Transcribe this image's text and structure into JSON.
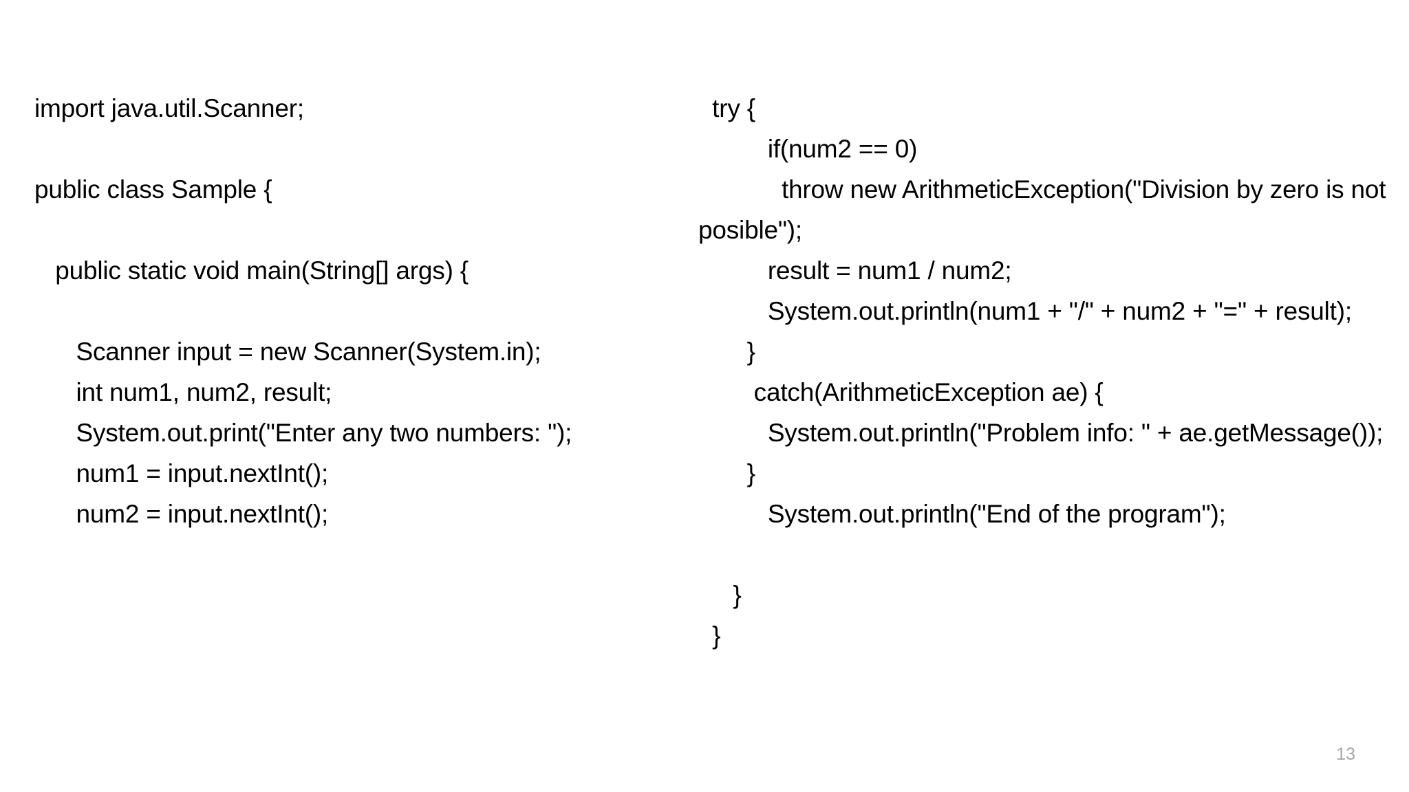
{
  "slide": {
    "page_number": "13",
    "background_color": "#ffffff",
    "text_color": "#000000",
    "page_number_color": "#a6a6a6"
  },
  "left_column": {
    "lines": [
      {
        "text": "import java.util.Scanner;",
        "indent": 0
      },
      {
        "text": "",
        "indent": 0
      },
      {
        "text": "public class Sample {",
        "indent": 0
      },
      {
        "text": "",
        "indent": 0
      },
      {
        "text": "   public static void main(String[] args) {",
        "indent": 0
      },
      {
        "text": "",
        "indent": 0
      },
      {
        "text": "      Scanner input = new Scanner(System.in);",
        "indent": 0
      },
      {
        "text": "      int num1, num2, result;",
        "indent": 0
      },
      {
        "text": "      System.out.print(\"Enter any two numbers: \");",
        "indent": 0
      },
      {
        "text": "      num1 = input.nextInt();",
        "indent": 0
      },
      {
        "text": "      num2 = input.nextInt();",
        "indent": 0
      }
    ]
  },
  "right_column": {
    "lines": [
      {
        "text": "  try {",
        "indent": 0
      },
      {
        "text": "          if(num2 == 0)",
        "indent": 0
      },
      {
        "text": "            throw new ArithmeticException(\"Division by zero is not posible\");",
        "indent": 0
      },
      {
        "text": "          result = num1 / num2;",
        "indent": 0
      },
      {
        "text": "          System.out.println(num1 + \"/\" + num2 + \"=\" + result);",
        "indent": 0
      },
      {
        "text": "       }",
        "indent": 0
      },
      {
        "text": "        catch(ArithmeticException ae) {",
        "indent": 0
      },
      {
        "text": "          System.out.println(\"Problem info: \" + ae.getMessage());",
        "indent": 0
      },
      {
        "text": "       }",
        "indent": 0
      },
      {
        "text": "          System.out.println(\"End of the program\");",
        "indent": 0
      },
      {
        "text": "",
        "indent": 0
      },
      {
        "text": "     }",
        "indent": 0
      },
      {
        "text": "  }",
        "indent": 0
      }
    ]
  }
}
